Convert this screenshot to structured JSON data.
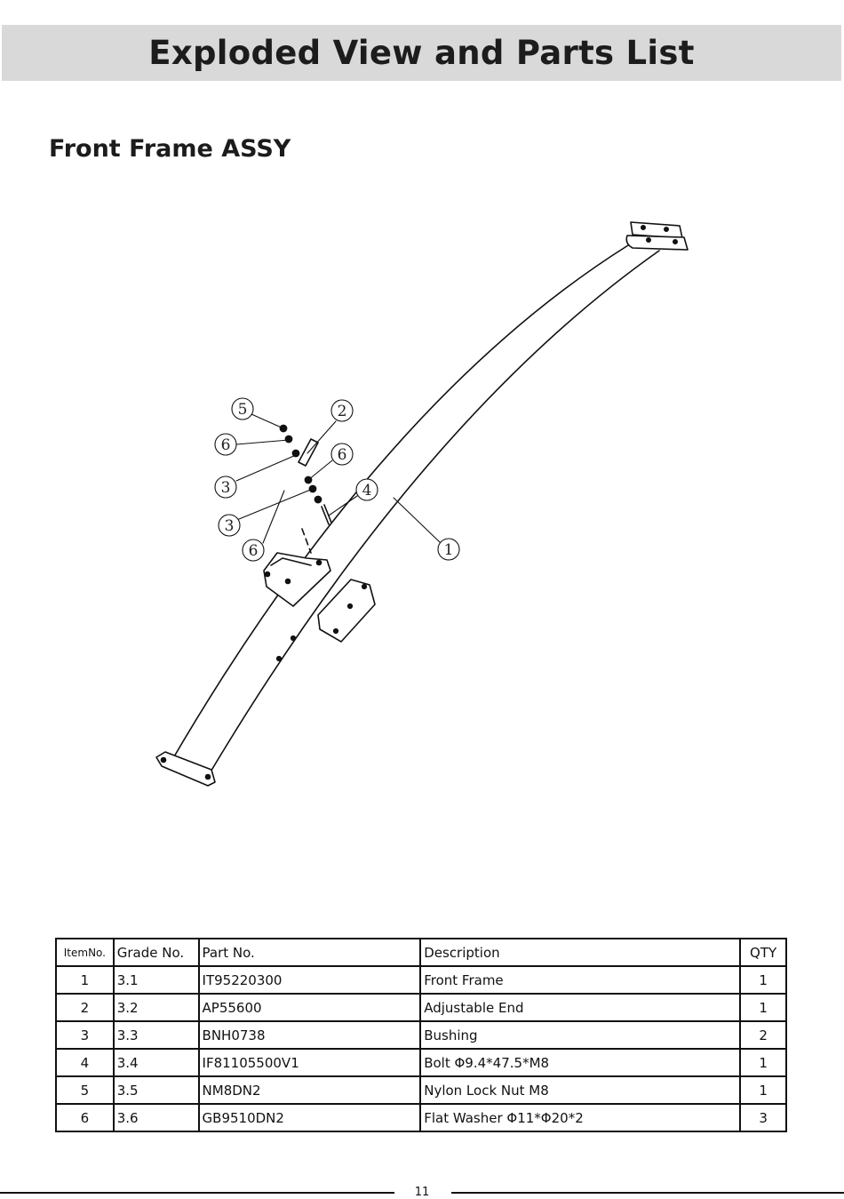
{
  "header": {
    "title": "Exploded View and Parts List"
  },
  "section": {
    "title": "Front Frame ASSY"
  },
  "diagram": {
    "callouts": [
      "5",
      "2",
      "6",
      "6",
      "3",
      "4",
      "3",
      "6",
      "1"
    ]
  },
  "parts_table": {
    "headers": [
      "ItemNo.",
      "Grade No.",
      "Part No.",
      "Description",
      "QTY"
    ],
    "rows": [
      [
        "1",
        "3.1",
        "IT95220300",
        "Front Frame",
        "1"
      ],
      [
        "2",
        "3.2",
        "AP55600",
        "Adjustable End",
        "1"
      ],
      [
        "3",
        "3.3",
        "BNH0738",
        "Bushing",
        "2"
      ],
      [
        "4",
        "3.4",
        "IF81105500V1",
        "Bolt  Φ9.4*47.5*M8",
        "1"
      ],
      [
        "5",
        "3.5",
        "NM8DN2",
        "Nylon Lock Nut M8",
        "1"
      ],
      [
        "6",
        "3.6",
        "GB9510DN2",
        "Flat Washer  Φ11*Φ20*2",
        "3"
      ]
    ]
  },
  "footer": {
    "page_number": "11"
  }
}
